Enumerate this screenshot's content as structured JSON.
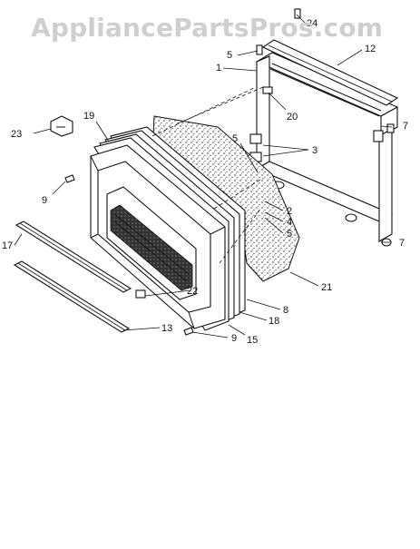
{
  "watermark": "AppliancePartsPros.com",
  "colors": {
    "line": "#111111",
    "watermark": "#cfcfcf",
    "background": "#ffffff"
  },
  "callouts": {
    "c1": "1",
    "c2": "2",
    "c3": "3",
    "c4": "4",
    "c5a": "5",
    "c5b": "5",
    "c5c": "5",
    "c7a": "7",
    "c7b": "7",
    "c8": "8",
    "c9a": "9",
    "c9b": "9",
    "c12": "12",
    "c13": "13",
    "c15": "15",
    "c17": "17",
    "c18": "18",
    "c19": "19",
    "c20": "20",
    "c21": "21",
    "c22": "22",
    "c23": "23",
    "c24": "24"
  }
}
